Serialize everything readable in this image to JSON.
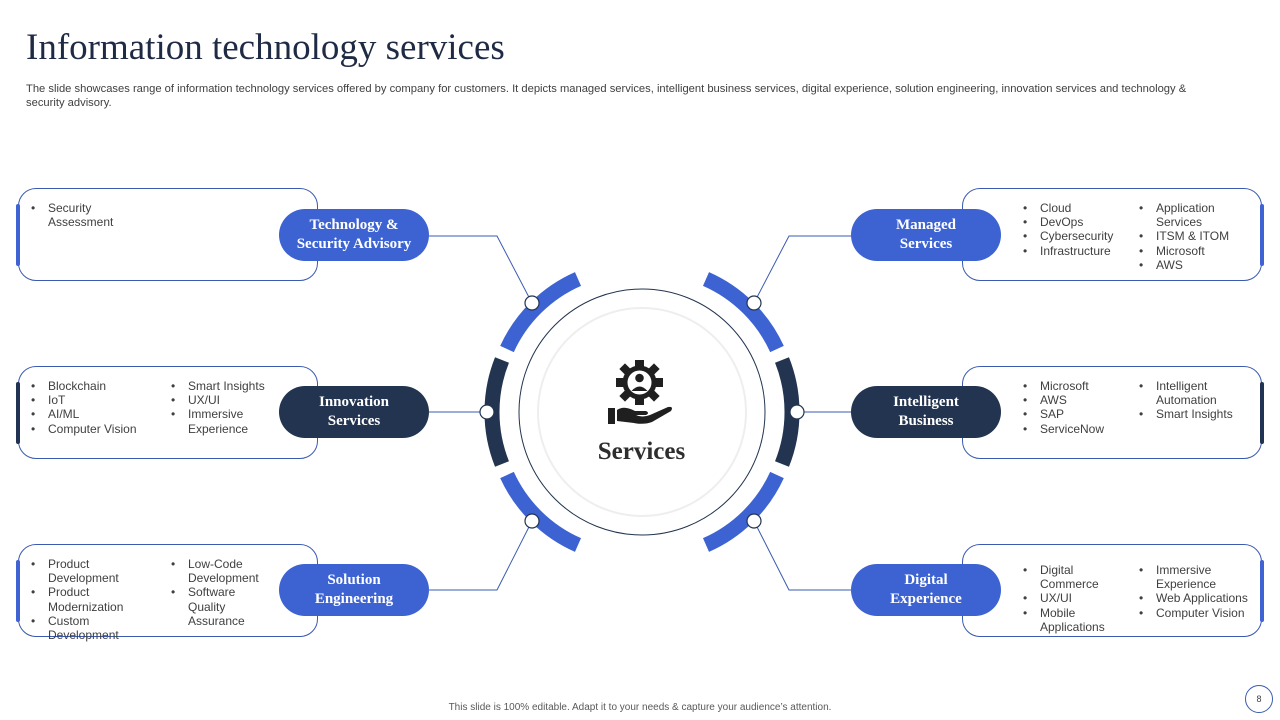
{
  "title": "Information technology services",
  "subtitle": "The slide showcases range of information technology services offered by company for customers. It depicts managed services, intelligent business services, digital experience, solution engineering, innovation services and technology &  security advisory.",
  "hub": {
    "label": "Services",
    "icon": "gear-person-hand-icon"
  },
  "services": {
    "tech_advisory": {
      "label": "Technology &\nSecurity Advisory",
      "col1": [
        "Security Assessment"
      ],
      "col2": []
    },
    "innovation": {
      "label": "Innovation\nServices",
      "col1": [
        "Blockchain",
        "IoT",
        "AI/ML",
        "Computer Vision"
      ],
      "col2": [
        "Smart Insights",
        "UX/UI",
        "Immersive Experience"
      ]
    },
    "solution_eng": {
      "label": "Solution\nEngineering",
      "col1": [
        "Product Development",
        "Product Modernization",
        "Custom Development"
      ],
      "col2": [
        "Low-Code Development",
        "Software Quality Assurance"
      ]
    },
    "managed": {
      "label": "Managed\nServices",
      "col1": [
        "Cloud",
        "DevOps",
        "Cybersecurity",
        "Infrastructure"
      ],
      "col2": [
        "Application Services",
        "ITSM & ITOM",
        "Microsoft",
        "AWS"
      ]
    },
    "intelligent": {
      "label": "Intelligent\nBusiness",
      "col1": [
        "Microsoft",
        "AWS",
        "SAP",
        "ServiceNow"
      ],
      "col2": [
        "Intelligent Automation",
        "Smart Insights"
      ]
    },
    "digital": {
      "label": "Digital\nExperience",
      "col1": [
        "Digital Commerce",
        "UX/UI",
        "Mobile Applications"
      ],
      "col2": [
        "Immersive Experience",
        "Web Applications",
        "Computer Vision"
      ]
    }
  },
  "colors": {
    "accent": "#3d63d3",
    "navy": "#22344f",
    "outline": "#3a5bb0"
  },
  "footer": "This slide is 100% editable.  Adapt it to your needs & capture your audience’s attention.",
  "page_number": "8"
}
